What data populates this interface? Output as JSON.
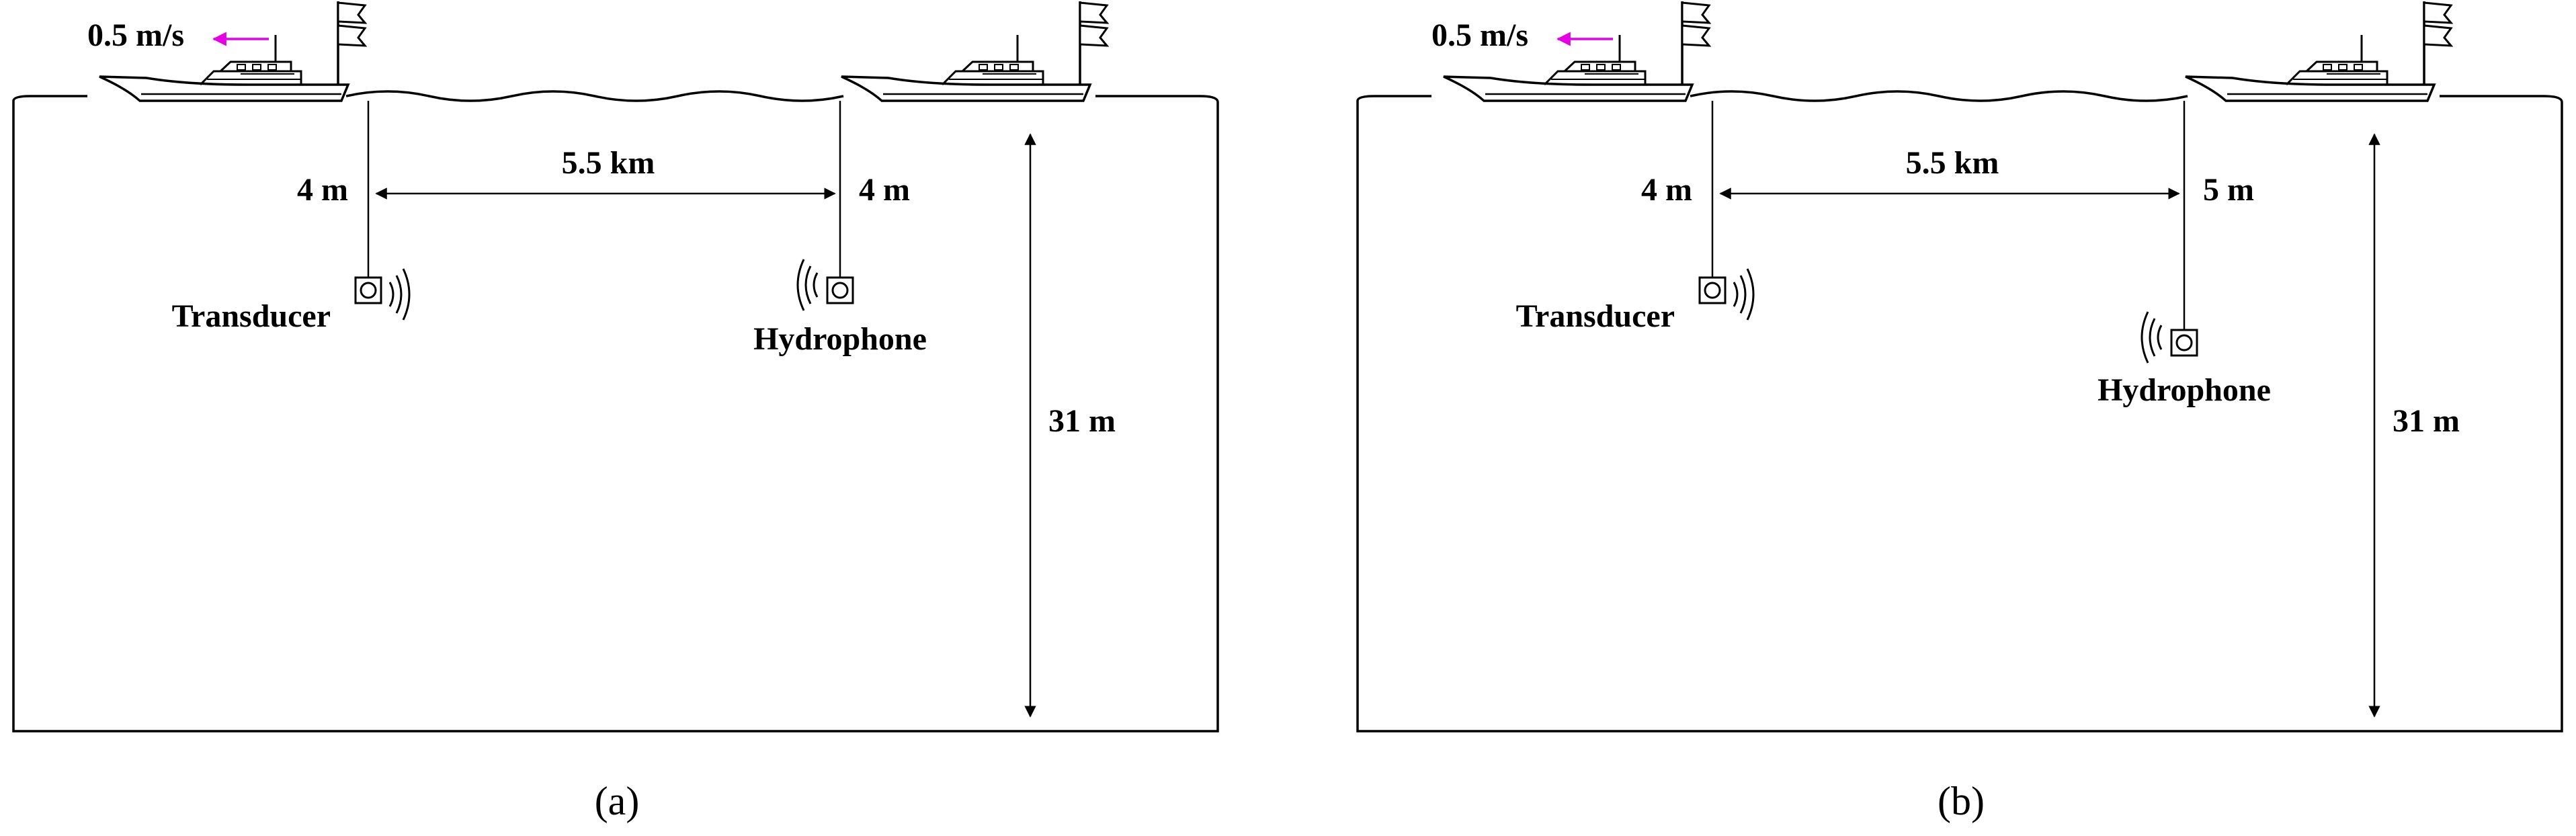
{
  "colors": {
    "line": "#000000",
    "speed_arrow": "#e600e6",
    "background": "#ffffff"
  },
  "panels": [
    {
      "id": "a",
      "caption": "(a)",
      "speed_label": "0.5 m/s",
      "distance_label": "5.5 km",
      "transducer_depth_label": "4 m",
      "hydrophone_depth_label": "4 m",
      "water_depth_label": "31 m",
      "transducer_label": "Transducer",
      "hydrophone_label": "Hydrophone"
    },
    {
      "id": "b",
      "caption": "(b)",
      "speed_label": "0.5 m/s",
      "distance_label": "5.5 km",
      "transducer_depth_label": "4 m",
      "hydrophone_depth_label": "5 m",
      "water_depth_label": "31 m",
      "transducer_label": "Transducer",
      "hydrophone_label": "Hydrophone"
    }
  ]
}
